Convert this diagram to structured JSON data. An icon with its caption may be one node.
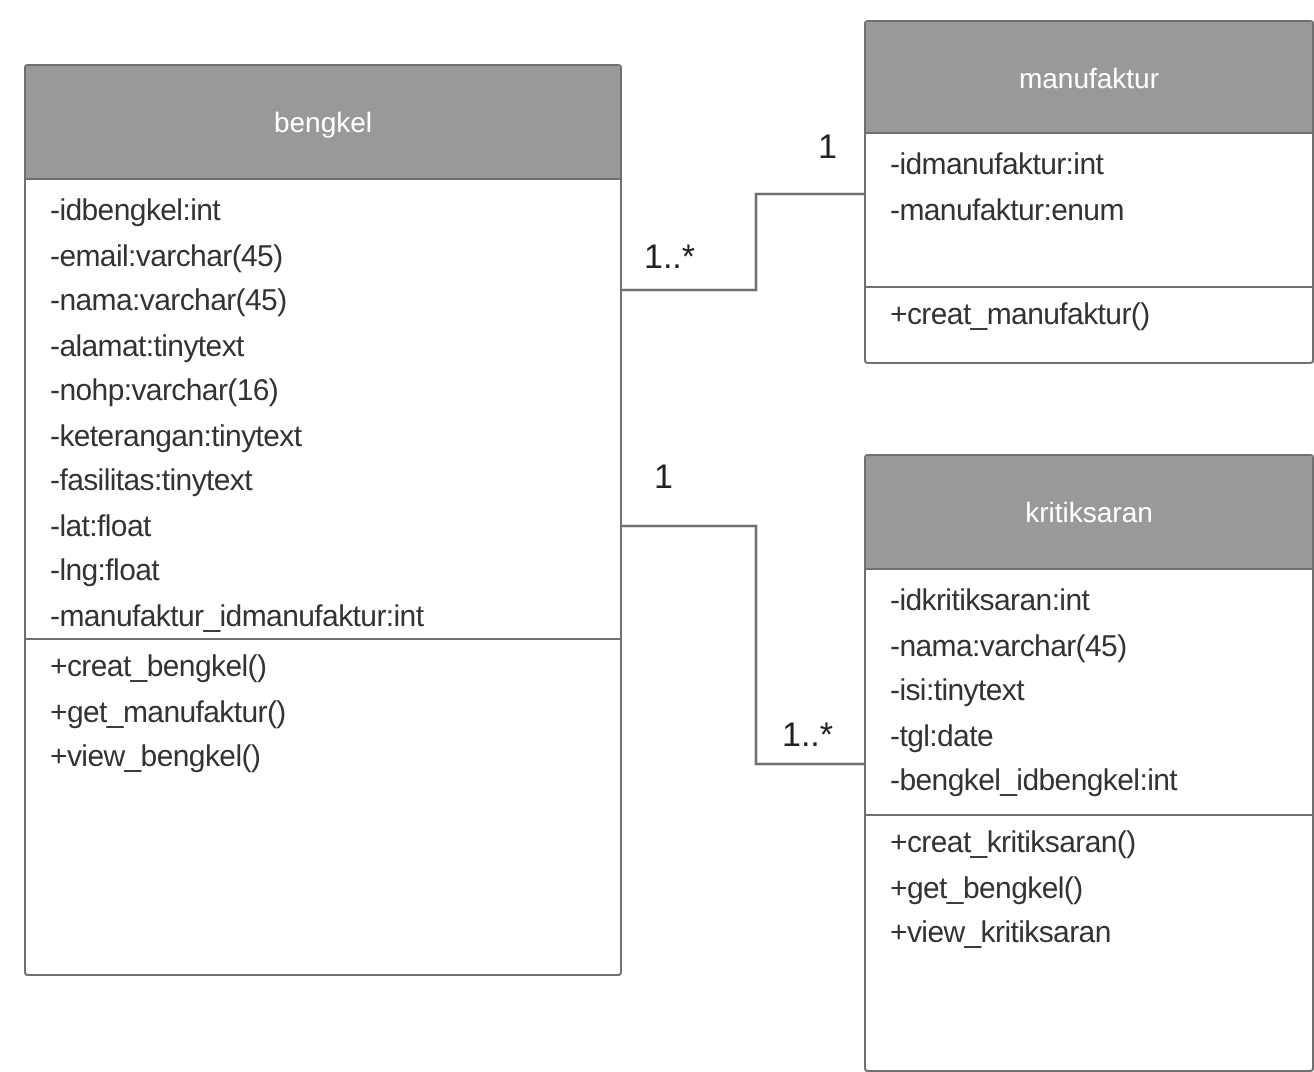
{
  "diagram": {
    "nodes": [
      {
        "text": [
          "bengkel"
        ]
      },
      {
        "text": [
          "-idbengkel:int",
          "-email:varchar(45)",
          "-nama:varchar(45)",
          "-alamat:tinytext",
          "-nohp:varchar(16)",
          "-keterangan:tinytext",
          "-fasilitas:tinytext",
          "-lat:float",
          "-lng:float",
          "-manufaktur_idmanufaktur:int"
        ],
        "in": 0
      },
      {
        "text": [
          "+creat_bengkel()",
          "+get_manufaktur()",
          "+view_bengkel()"
        ],
        "in": 0
      },
      {
        "text": [
          "manufaktur"
        ]
      },
      {
        "text": [
          "-idmanufaktur:int",
          "-manufaktur:enum"
        ],
        "in": 3
      },
      {
        "text": [
          "+creat_manufaktur()"
        ],
        "in": 3
      },
      {
        "text": [
          "kritiksaran"
        ]
      },
      {
        "text": [
          "-idkritiksaran:int",
          "-nama:varchar(45)",
          "-isi:tinytext",
          "-tgl:date",
          "-bengkel_idbengkel:int"
        ],
        "in": 6
      },
      {
        "text": [
          "+creat_kritiksaran()",
          "+get_bengkel()",
          "+view_kritiksaran"
        ],
        "in": 6
      }
    ],
    "edges": [
      {
        "from": 0,
        "to": 3,
        "arrow": "none"
      },
      {
        "from": 0,
        "to": 6,
        "arrow": "none"
      }
    ],
    "labels": [
      "1",
      "1..*",
      "1",
      "1..*"
    ]
  }
}
